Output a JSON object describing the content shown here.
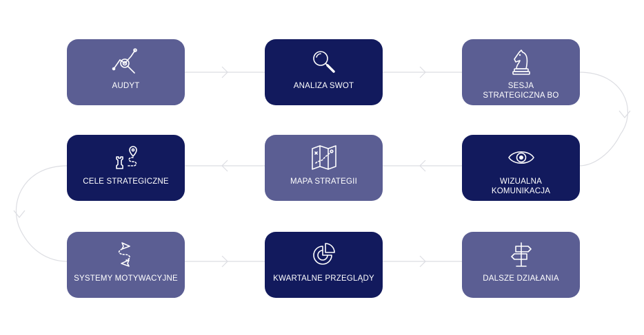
{
  "colors": {
    "light_box": "#5b5e93",
    "dark_box": "#121a5d",
    "connector": "#dcdde2",
    "text": "#ffffff"
  },
  "steps": [
    {
      "label": "AUDYT",
      "icon": "analytics-node-icon",
      "style": "light"
    },
    {
      "label": "ANALIZA SWOT",
      "icon": "magnifier-icon",
      "style": "dark"
    },
    {
      "label": "SESJA\nSTRATEGICZNA BO",
      "icon": "chess-knight-icon",
      "style": "light"
    },
    {
      "label": "WIZUALNA\nKOMUNIKACJA",
      "icon": "eye-icon",
      "style": "dark"
    },
    {
      "label": "MAPA STRATEGII",
      "icon": "folded-map-icon",
      "style": "light"
    },
    {
      "label": "CELE STRATEGICZNE",
      "icon": "chess-path-pin-icon",
      "style": "dark"
    },
    {
      "label": "SYSTEMY MOTYWACYJNE",
      "icon": "paper-plane-path-icon",
      "style": "light"
    },
    {
      "label": "KWARTALNE PRZEGLĄDY",
      "icon": "pie-chart-icon",
      "style": "dark"
    },
    {
      "label": "DALSZE DZIAŁANIA",
      "icon": "signpost-icon",
      "style": "light"
    }
  ]
}
